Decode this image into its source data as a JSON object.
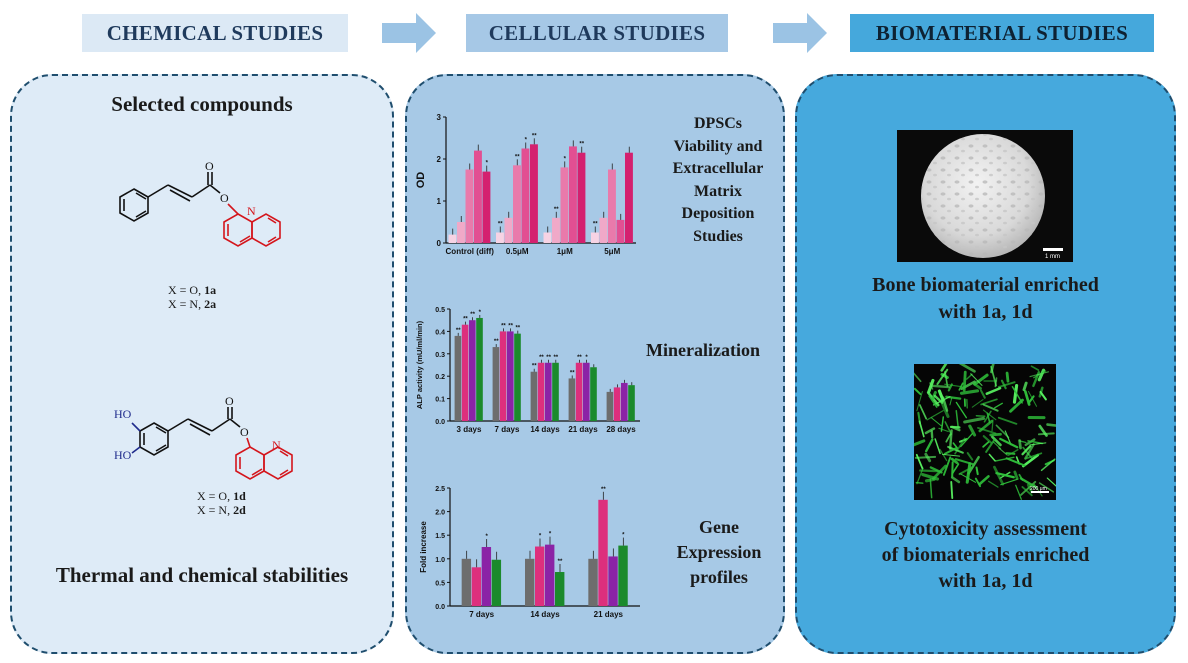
{
  "headers": {
    "chemical": "CHEMICAL STUDIES",
    "cellular": "CELLULAR STUDIES",
    "biomaterial": "BIOMATERIAL STUDIES"
  },
  "colors": {
    "header_light": "#dce9f5",
    "header_mid": "#a6c8e6",
    "header_dark": "#45a8dc",
    "panel_light": "#deebf7",
    "panel_mid": "#a7c9e6",
    "panel_dark": "#46a9dd",
    "arrow": "#9bc3e4",
    "bar_gray": "#6d6d6d",
    "bar_pink": "#dd2f7d",
    "bar_purple": "#8b23a6",
    "bar_green": "#1b8a2c",
    "red_atom": "#e8141c",
    "blue_atom": "#1f2b8c"
  },
  "chemical": {
    "title": "Selected compounds",
    "compound1_line1": "X = O, ",
    "compound1_id1": "1a",
    "compound1_line2": "X = N, ",
    "compound1_id2": "2a",
    "compound2_line1": "X = O, ",
    "compound2_id1": "1d",
    "compound2_line2": "X = N, ",
    "compound2_id2": "2d",
    "atom_O": "O",
    "atom_N": "N",
    "atom_HO": "HO",
    "footer": "Thermal and chemical stabilities"
  },
  "cellular": {
    "label1": [
      "DPSCs",
      "Viability and",
      "Extracellular",
      "Matrix",
      "Deposition",
      "Studies"
    ],
    "label2": "Mineralization",
    "label3": [
      "Gene",
      "Expression",
      "profiles"
    ]
  },
  "biomaterial": {
    "caption1": [
      "Bone biomaterial enriched",
      "with 1a, 1d"
    ],
    "caption2": [
      "Cytotoxicity assessment",
      "of biomaterials enriched",
      "with 1a, 1d"
    ],
    "scale1": "1 mm",
    "scale2": "200 μm"
  },
  "chart_data": [
    {
      "type": "bar",
      "ylabel": "OD",
      "categories": [
        "Control (diff)",
        "0.5μM",
        "1μM",
        "5μM"
      ],
      "ylim": [
        0,
        3
      ],
      "yticks": [
        0,
        1,
        2,
        3
      ],
      "series": [
        {
          "values": [
            0.2,
            0.25,
            0.25,
            0.25
          ]
        },
        {
          "values": [
            0.5,
            0.6,
            0.6,
            0.6
          ]
        },
        {
          "values": [
            1.75,
            1.85,
            1.8,
            1.75
          ]
        },
        {
          "values": [
            2.2,
            2.25,
            2.3,
            0.55
          ]
        },
        {
          "values": [
            1.7,
            2.35,
            2.15,
            2.15
          ]
        }
      ],
      "significance": [
        "",
        "",
        "",
        "",
        "*",
        "**",
        "",
        "**",
        "*",
        "**",
        "",
        "**",
        "*",
        "",
        "**",
        "**"
      ]
    },
    {
      "type": "bar",
      "ylabel": "ALP activity (mU/ml/min)",
      "categories": [
        "3 days",
        "7 days",
        "14 days",
        "21 days",
        "28 days"
      ],
      "ylim": [
        0,
        0.5
      ],
      "yticks": [
        0.0,
        0.1,
        0.2,
        0.3,
        0.4,
        0.5
      ],
      "series": [
        {
          "values": [
            0.38,
            0.33,
            0.22,
            0.19,
            0.13
          ]
        },
        {
          "values": [
            0.43,
            0.4,
            0.26,
            0.26,
            0.15
          ]
        },
        {
          "values": [
            0.45,
            0.4,
            0.26,
            0.26,
            0.17
          ]
        },
        {
          "values": [
            0.46,
            0.39,
            0.26,
            0.24,
            0.16
          ]
        }
      ],
      "significance": [
        "**",
        "**",
        "**",
        "*",
        "**",
        "**",
        "**",
        "**",
        "**",
        "**",
        "**",
        "**",
        "**",
        "**",
        "*"
      ]
    },
    {
      "type": "bar",
      "ylabel": "Fold increase",
      "categories": [
        "7 days",
        "14 days",
        "21 days"
      ],
      "ylim": [
        0,
        2.5
      ],
      "yticks": [
        0.0,
        0.5,
        1.0,
        1.5,
        2.0,
        2.5
      ],
      "series": [
        {
          "values": [
            1.0,
            1.0,
            1.0
          ]
        },
        {
          "values": [
            0.82,
            1.26,
            2.25
          ]
        },
        {
          "values": [
            1.25,
            1.3,
            1.05
          ]
        },
        {
          "values": [
            0.98,
            0.72,
            1.28
          ]
        }
      ],
      "significance": [
        "",
        "",
        "*",
        "",
        "",
        "*",
        "*",
        "**",
        "",
        "**",
        "",
        "*"
      ]
    }
  ]
}
